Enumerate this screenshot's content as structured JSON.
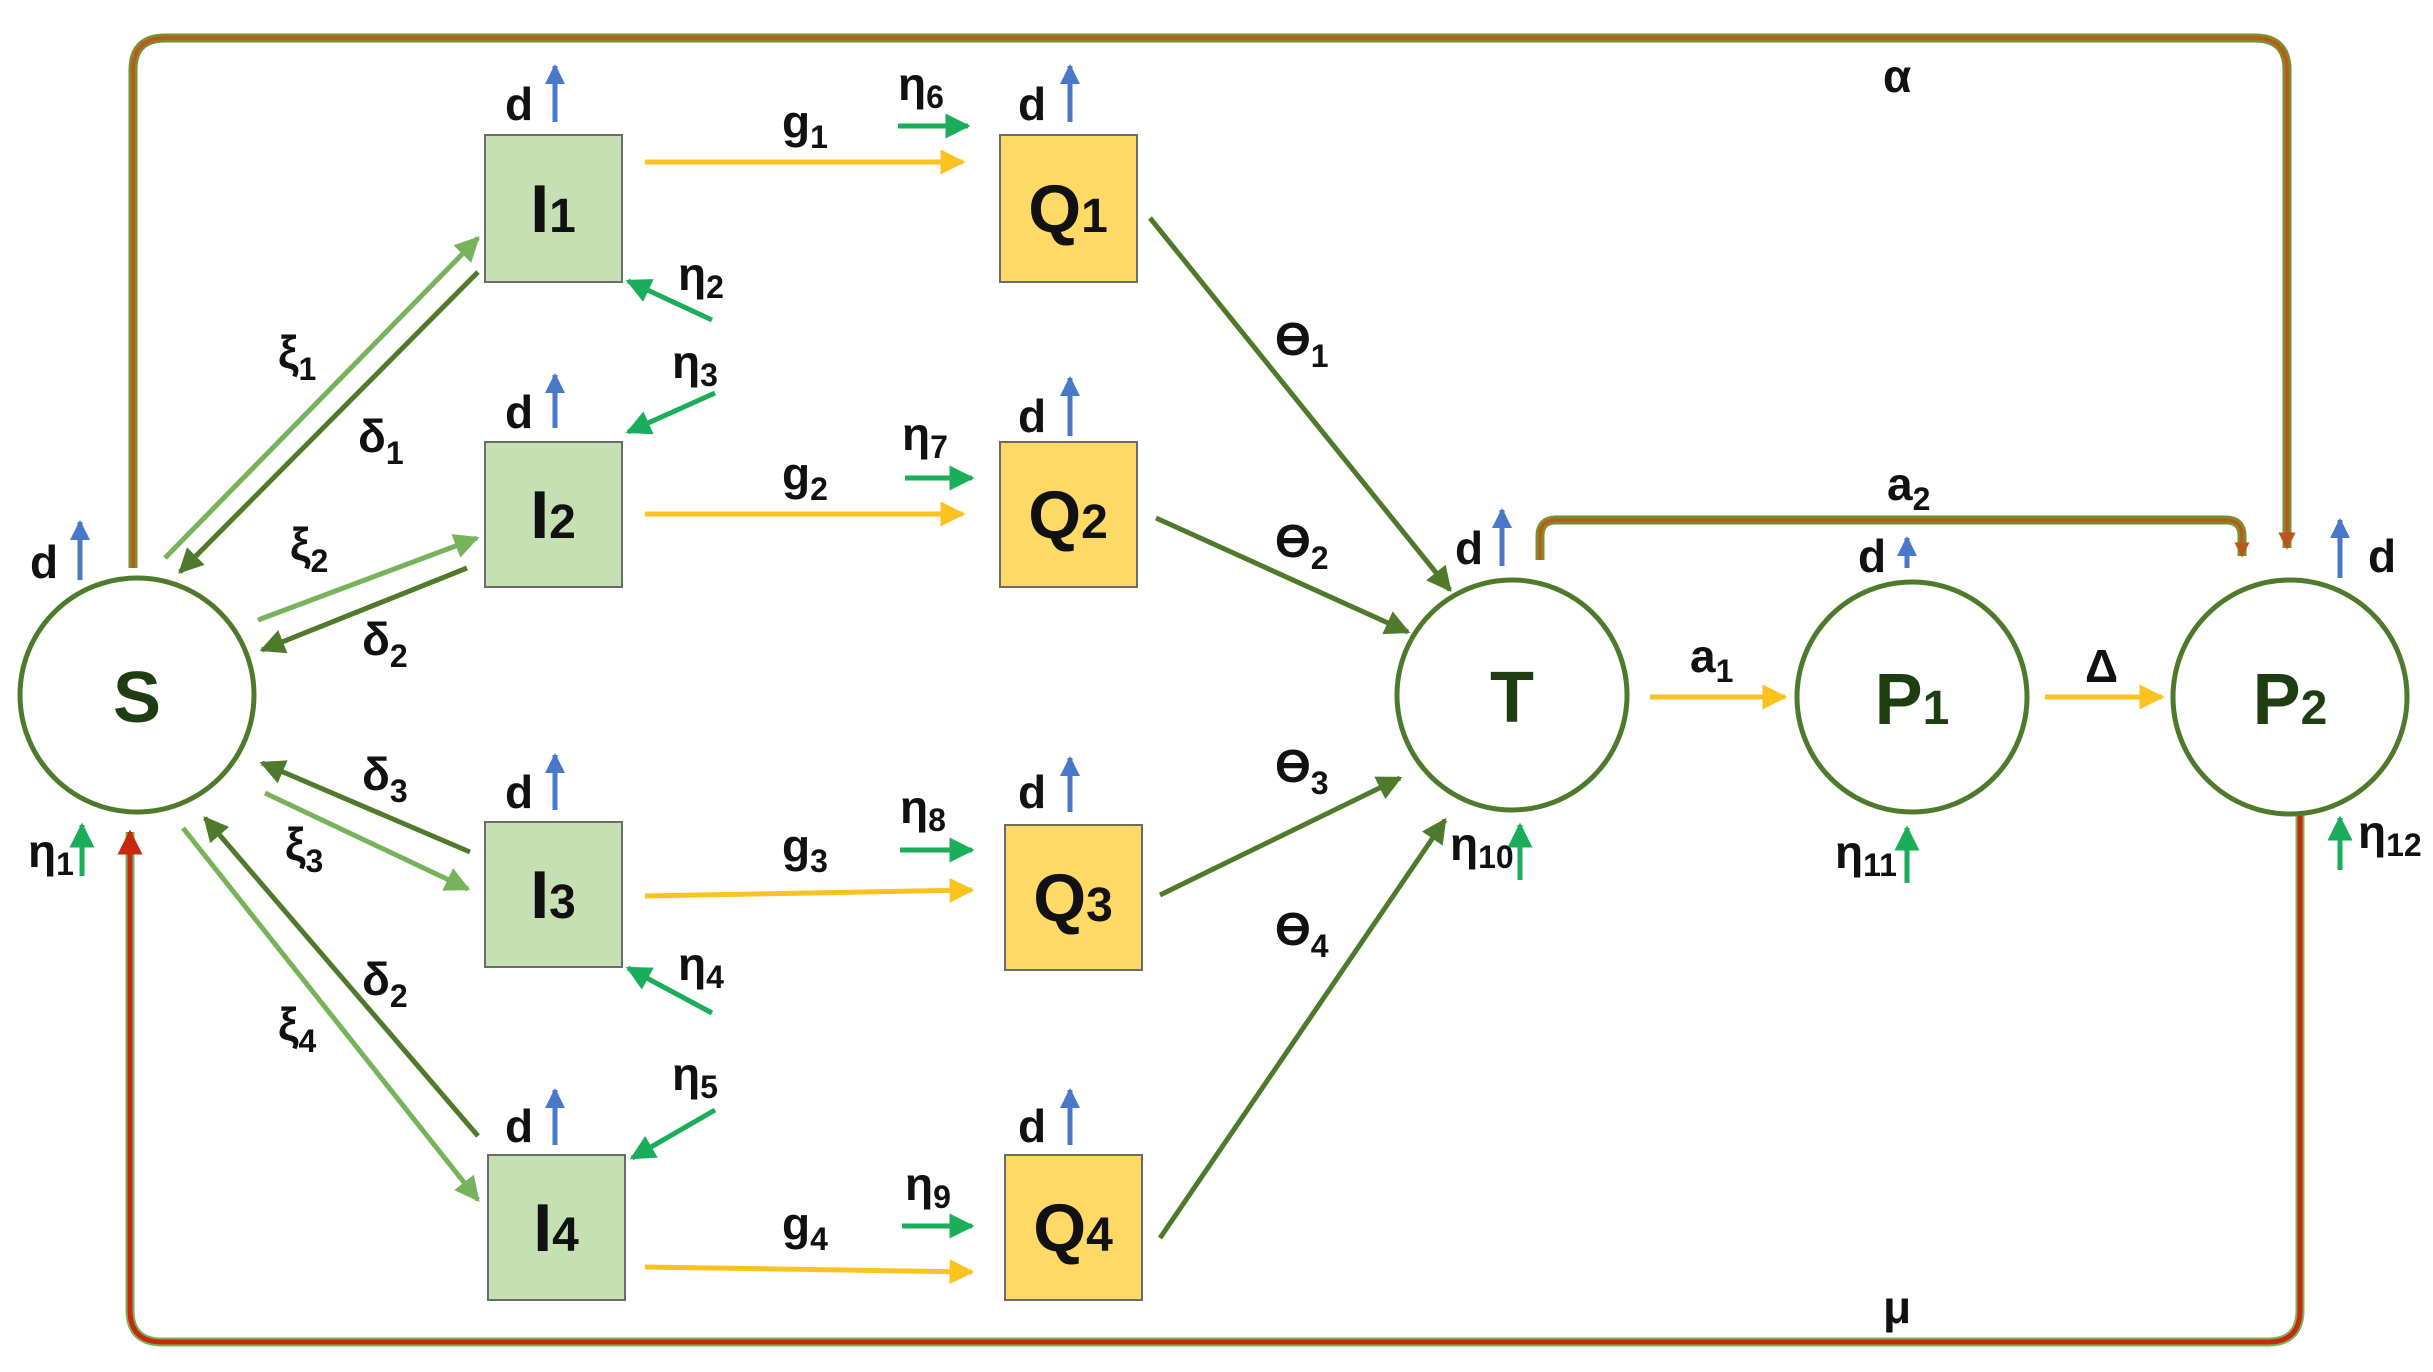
{
  "palette": {
    "dark_green": "#4f7a2b",
    "light_green": "#77b35a",
    "bright_green": "#1aae5a",
    "yellow": "#fcc21f",
    "red": "#c8280d",
    "blue": "#4a78c8",
    "box_green": "#c5e0b3",
    "box_yellow": "#ffd966"
  },
  "nodes": {
    "S": {
      "label": "S",
      "sub": ""
    },
    "T": {
      "label": "T",
      "sub": ""
    },
    "P1": {
      "label": "P",
      "sub": "1"
    },
    "P2": {
      "label": "P",
      "sub": "2"
    }
  },
  "boxes": {
    "I1": {
      "label": "I",
      "sub": "1"
    },
    "I2": {
      "label": "I",
      "sub": "2"
    },
    "I3": {
      "label": "I",
      "sub": "3"
    },
    "I4": {
      "label": "I",
      "sub": "4"
    },
    "Q1": {
      "label": "Q",
      "sub": "1"
    },
    "Q2": {
      "label": "Q",
      "sub": "2"
    },
    "Q3": {
      "label": "Q",
      "sub": "3"
    },
    "Q4": {
      "label": "Q",
      "sub": "4"
    }
  },
  "rates": {
    "xi1": {
      "sym": "ξ",
      "sub": "1"
    },
    "xi2": {
      "sym": "ξ",
      "sub": "2"
    },
    "xi3": {
      "sym": "ξ",
      "sub": "3"
    },
    "xi4": {
      "sym": "ξ",
      "sub": "4"
    },
    "delta1": {
      "sym": "δ",
      "sub": "1"
    },
    "delta2": {
      "sym": "δ",
      "sub": "2"
    },
    "delta3": {
      "sym": "δ",
      "sub": "3"
    },
    "delta4": {
      "sym": "δ",
      "sub": "2"
    },
    "g1": {
      "sym": "g",
      "sub": "1"
    },
    "g2": {
      "sym": "g",
      "sub": "2"
    },
    "g3": {
      "sym": "g",
      "sub": "3"
    },
    "g4": {
      "sym": "g",
      "sub": "4"
    },
    "theta1": {
      "sym": "ϴ",
      "sub": "1"
    },
    "theta2": {
      "sym": "ϴ",
      "sub": "2"
    },
    "theta3": {
      "sym": "ϴ",
      "sub": "3"
    },
    "theta4": {
      "sym": "ϴ",
      "sub": "4"
    },
    "a1": {
      "sym": "a",
      "sub": "1"
    },
    "a2": {
      "sym": "a",
      "sub": "2"
    },
    "Delta": {
      "sym": "Δ",
      "sub": ""
    },
    "alpha": {
      "sym": "α",
      "sub": ""
    },
    "mu": {
      "sym": "μ",
      "sub": ""
    }
  },
  "inflows": {
    "eta1": {
      "sym": "η",
      "sub": "1"
    },
    "eta2": {
      "sym": "η",
      "sub": "2"
    },
    "eta3": {
      "sym": "η",
      "sub": "3"
    },
    "eta4": {
      "sym": "η",
      "sub": "4"
    },
    "eta5": {
      "sym": "η",
      "sub": "5"
    },
    "eta6": {
      "sym": "η",
      "sub": "6"
    },
    "eta7": {
      "sym": "η",
      "sub": "7"
    },
    "eta8": {
      "sym": "η",
      "sub": "8"
    },
    "eta9": {
      "sym": "η",
      "sub": "9"
    },
    "eta10": {
      "sym": "η",
      "sub": "10"
    },
    "eta11": {
      "sym": "η",
      "sub": "11"
    },
    "eta12": {
      "sym": "η",
      "sub": "12"
    }
  },
  "death_label": "d"
}
